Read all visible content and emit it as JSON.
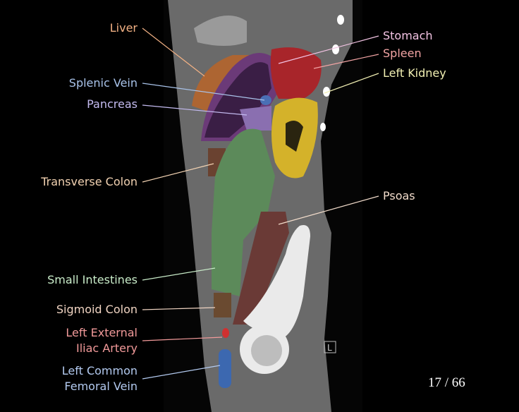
{
  "labels": {
    "liver": {
      "text": "Liver",
      "color": "#f2b184"
    },
    "splenic_vein": {
      "text": "Splenic Vein",
      "color": "#a9c3ea"
    },
    "pancreas": {
      "text": "Pancreas",
      "color": "#c4bbf0"
    },
    "transverse_colon": {
      "text": "Transverse Colon",
      "color": "#f2d2b2"
    },
    "small_intestines": {
      "text": "Small Intestines",
      "color": "#c9ecc9"
    },
    "sigmoid_colon": {
      "text": "Sigmoid Colon",
      "color": "#f0d4c2"
    },
    "left_external_iliac_artery": {
      "line1": "Left External",
      "line2": "Iliac Artery",
      "color": "#f29a9a"
    },
    "left_common_femoral_vein": {
      "line1": "Left Common",
      "line2": "Femoral Vein",
      "color": "#b3caf0"
    },
    "stomach": {
      "text": "Stomach",
      "color": "#f3c3e3"
    },
    "spleen": {
      "text": "Spleen",
      "color": "#f2a4a4"
    },
    "left_kidney": {
      "text": "Left Kidney",
      "color": "#f2f0b3"
    },
    "psoas": {
      "text": "Psoas",
      "color": "#f2dccb"
    }
  },
  "orientation_marker": "L",
  "slice_counter": "17 / 66"
}
